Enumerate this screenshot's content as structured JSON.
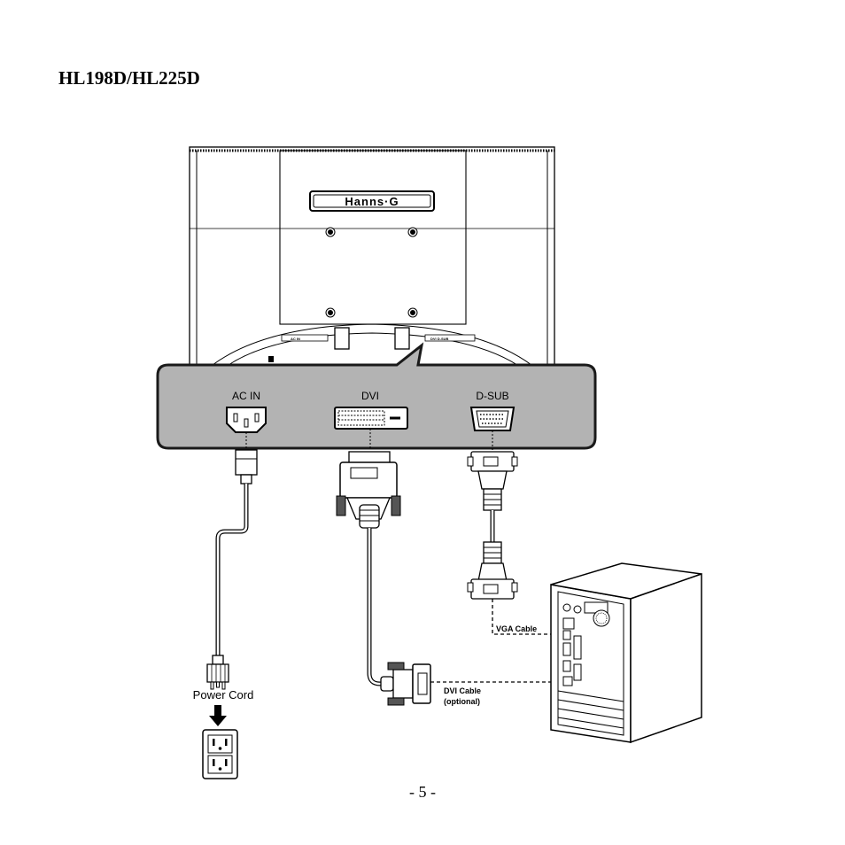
{
  "header": {
    "title": "HL198D/HL225D"
  },
  "monitor": {
    "brand": "Hanns·G",
    "rear_label_left": "AC IN",
    "rear_label_right": "DVI  D-SUB"
  },
  "panel": {
    "port_ac": "AC IN",
    "port_dvi": "DVI",
    "port_dsub": "D-SUB"
  },
  "cables": {
    "power": "Power Cord",
    "vga": "VGA Cable",
    "dvi_line1": "DVI Cable",
    "dvi_line2": "(optional)"
  },
  "footer": {
    "page_number": "- 5 -"
  },
  "colors": {
    "panel_fill": "#b3b3b3",
    "panel_stroke": "#1a1a1a",
    "line": "#000000"
  }
}
